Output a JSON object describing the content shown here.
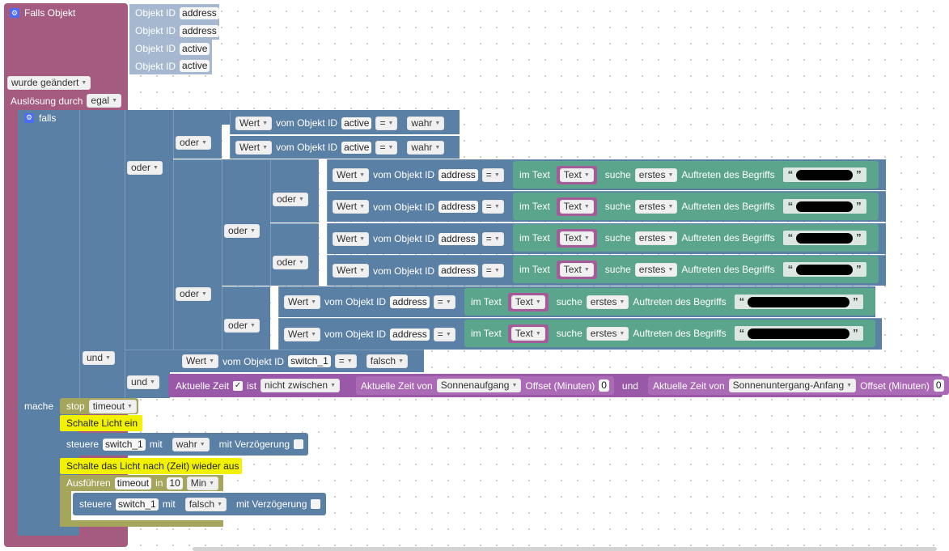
{
  "event": {
    "title": "Falls Objekt",
    "object_rows": [
      {
        "label": "Objekt ID",
        "value": "address"
      },
      {
        "label": "Objekt ID",
        "value": "address"
      },
      {
        "label": "Objekt ID",
        "value": "active"
      },
      {
        "label": "Objekt ID",
        "value": "active"
      }
    ],
    "trigger": "wurde geändert",
    "ausloesung_label": "Auslösung durch",
    "ausloesung_value": "egal"
  },
  "labels": {
    "falls": "falls",
    "mache": "mache",
    "oder": "oder",
    "und": "und",
    "wert": "Wert",
    "vom_objekt_id": "vom Objekt ID",
    "im_text": "im Text",
    "text": "Text",
    "suche": "suche",
    "erstes": "erstes",
    "auftreten": "Auftreten des Begriffs",
    "open_quote": "“",
    "close_quote": "”",
    "eq": "="
  },
  "cond_active": [
    {
      "object": "active",
      "value": "wahr"
    },
    {
      "object": "active",
      "value": "wahr"
    }
  ],
  "cond_address": [
    {
      "object": "address"
    },
    {
      "object": "address"
    },
    {
      "object": "address"
    },
    {
      "object": "address"
    },
    {
      "object": "address"
    },
    {
      "object": "address"
    }
  ],
  "cond_switch": {
    "object": "switch_1",
    "value": "falsch"
  },
  "time_cond": {
    "label": "Aktuelle Zeit",
    "check": "✓",
    "ist": "ist",
    "op": "nicht zwischen",
    "from_label": "Aktuelle Zeit von",
    "from_value": "Sonnenaufgang",
    "offset_label": "Offset (Minuten)",
    "offset1": "0",
    "und": "und",
    "to_label": "Aktuelle Zeit von",
    "to_value": "Sonnenuntergang-Anfang",
    "offset2": "0"
  },
  "actions": {
    "stop_label": "stop",
    "stop_value": "timeout",
    "comment1": "Schalte Licht ein",
    "control1": {
      "label": "steuere",
      "object": "switch_1",
      "mit": "mit",
      "value": "wahr",
      "delay": "mit Verzögerung"
    },
    "comment2": "Schalte das Licht nach (Zeit) wieder aus",
    "timeout": {
      "label": "Ausführen",
      "name": "timeout",
      "in": "in",
      "value": "10",
      "unit": "Min"
    },
    "control2": {
      "label": "steuere",
      "object": "switch_1",
      "mit": "mit",
      "value": "falsch",
      "delay": "mit Verzögerung"
    }
  },
  "colors": {
    "event": "#a55b80",
    "logic": "#5b80a5",
    "text": "#5ba58c",
    "text_item": "#a55b99",
    "object_field": "#a5b8cf",
    "timer": "#a5a55b",
    "comment": "#f2f200",
    "time": "#9a58a8"
  }
}
